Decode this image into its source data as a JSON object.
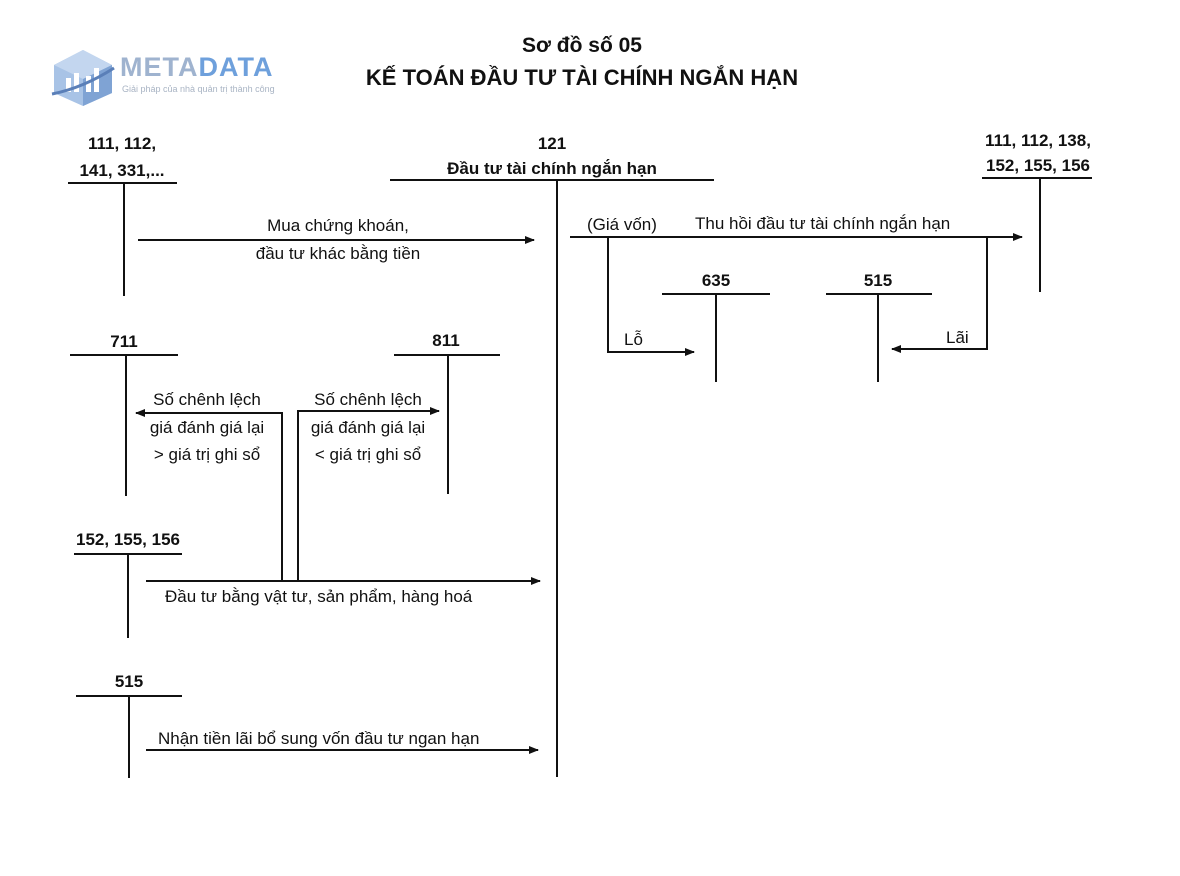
{
  "logo": {
    "brand_part1": "META",
    "brand_part2": "DATA",
    "tagline": "Giải pháp của nhà quản trị thành công",
    "colors": {
      "light": "#a8c3e6",
      "mid": "#7fa3d4",
      "dark": "#5a7fb8",
      "text_part1": "#9fb3cf",
      "text_part2": "#6ea0dc"
    }
  },
  "header": {
    "title": "Sơ đồ số 05",
    "subtitle": "KẾ TOÁN ĐẦU TƯ TÀI CHÍNH NGẮN HẠN"
  },
  "accounts": {
    "acc_121_code": "121",
    "acc_121_name": "Đầu tư tài chính ngắn hạn",
    "acc_cash_in_line1": "111, 112,",
    "acc_cash_in_line2": "141, 331,...",
    "acc_recover_line1": "111, 112, 138,",
    "acc_recover_line2": "152, 155, 156",
    "acc_635": "635",
    "acc_515_right": "515",
    "acc_711": "711",
    "acc_811": "811",
    "acc_152": "152, 155, 156",
    "acc_515_bottom": "515"
  },
  "entries": {
    "buy_line1": "Mua chứng khoán,",
    "buy_line2": "đầu tư khác bằng tiền",
    "cost_label": "(Giá vốn)",
    "recover_label": "Thu hồi đầu tư tài chính ngắn hạn",
    "loss_label": "Lỗ",
    "gain_label": "Lãi",
    "diff_gain_line1": "Số chênh lệch",
    "diff_gain_line2": "giá đánh giá lại",
    "diff_gain_line3": "> giá trị ghi sổ",
    "diff_loss_line1": "Số chênh lệch",
    "diff_loss_line2": "giá đánh giá lại",
    "diff_loss_line3": "< giá trị ghi sổ",
    "materials_label": "Đầu tư bằng vật tư, sản phẩm, hàng hoá",
    "interest_label": "Nhận tiền lãi bổ sung vốn đầu tư ngan hạn"
  }
}
